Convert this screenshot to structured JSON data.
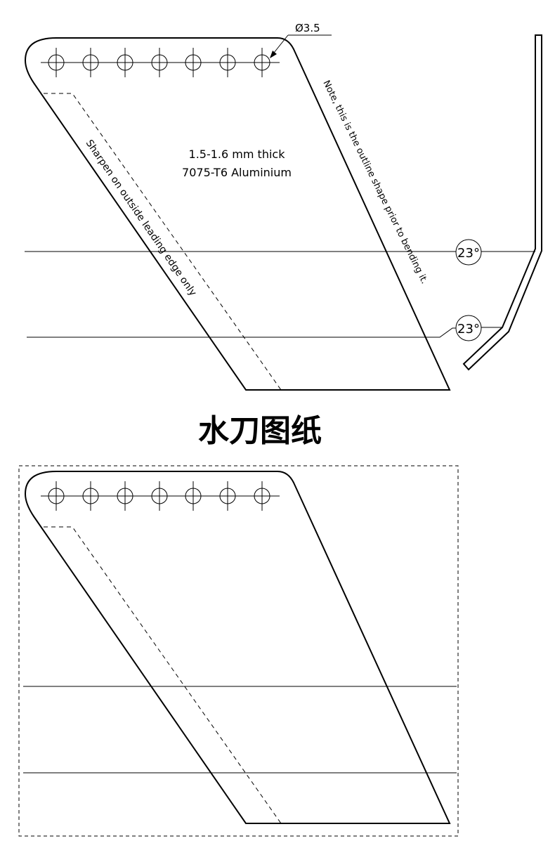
{
  "drawing": {
    "hole_dim_label": "Ø3.5",
    "thickness_note": "1.5-1.6 mm thick",
    "material_note": "7075-T6 Aluminium",
    "sharpen_note": "Sharpen on outside leading edge only",
    "outline_note": "Note, this is the outline shape prior to bending it.",
    "bend_angle_1": "23°",
    "bend_angle_2": "23°",
    "hole_count": 7
  },
  "title": "水刀图纸"
}
